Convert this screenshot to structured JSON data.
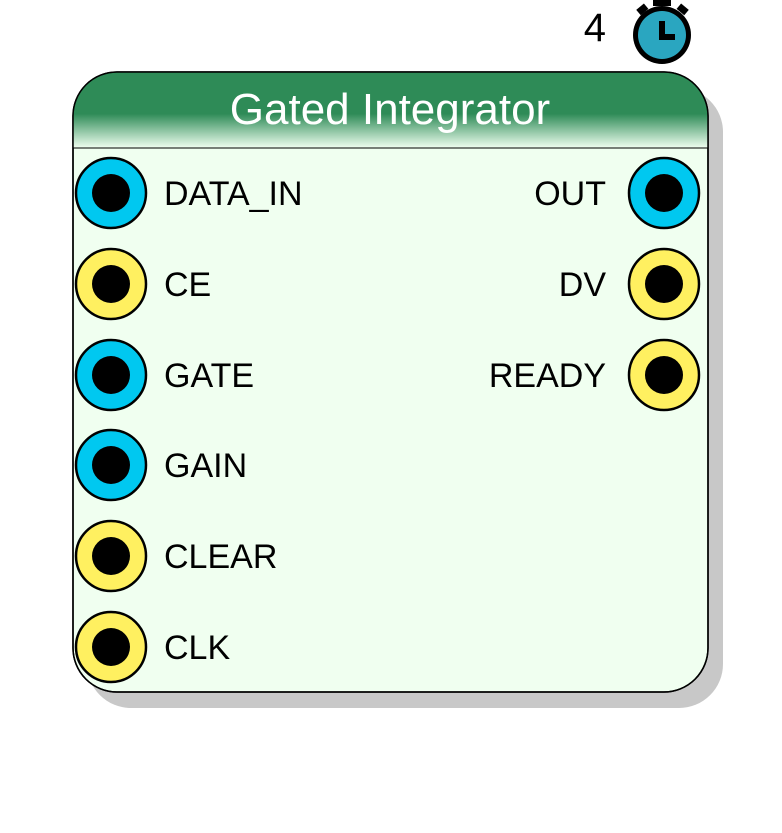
{
  "block": {
    "title": "Gated Integrator",
    "execution_order": "4",
    "timer_icon": "stopwatch-icon"
  },
  "inputs": [
    {
      "name": "DATA_IN",
      "type": "data"
    },
    {
      "name": "CE",
      "type": "control"
    },
    {
      "name": "GATE",
      "type": "data"
    },
    {
      "name": "GAIN",
      "type": "data"
    },
    {
      "name": "CLEAR",
      "type": "control"
    },
    {
      "name": "CLK",
      "type": "control"
    }
  ],
  "outputs": [
    {
      "name": "OUT",
      "type": "data"
    },
    {
      "name": "DV",
      "type": "control"
    },
    {
      "name": "READY",
      "type": "control"
    }
  ],
  "colors": {
    "header_top": "#2e8b57",
    "header_bottom": "#f0fff0",
    "body_fill": "#f0fff0",
    "shadow": "#c8c8c8",
    "data_port": "#00c8f0",
    "control_port": "#fff060",
    "timer_icon": "#2aa6c0"
  }
}
